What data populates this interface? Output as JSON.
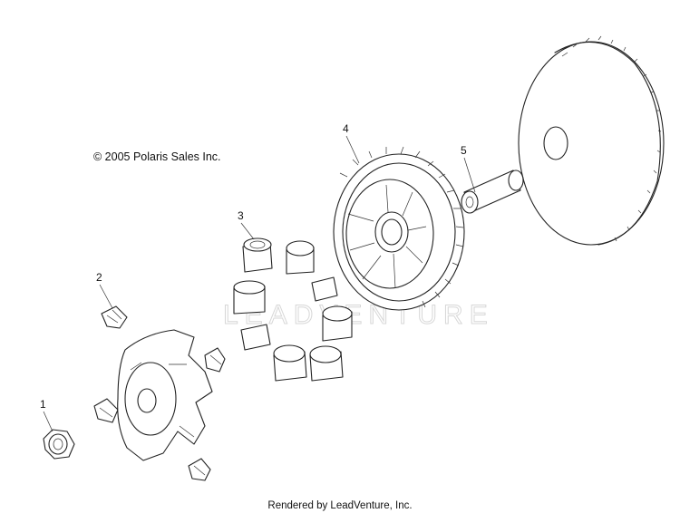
{
  "copyright": "© 2005 Polaris Sales Inc.",
  "footer": "Rendered by LeadVenture, Inc.",
  "watermark": "LEADVENTURE",
  "callouts": [
    "1",
    "2",
    "3",
    "4",
    "5"
  ]
}
